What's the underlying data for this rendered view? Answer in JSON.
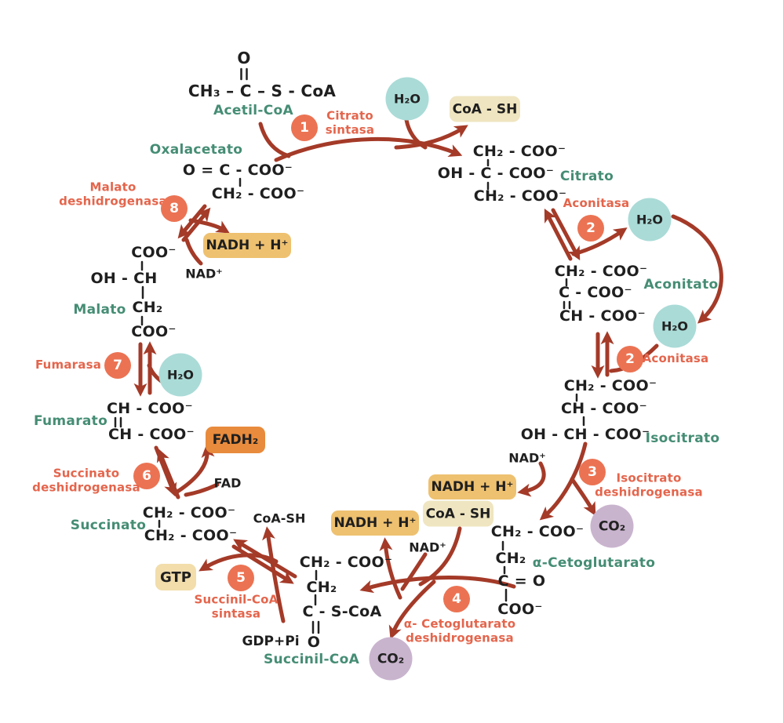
{
  "colors": {
    "background": "#ffffff",
    "arrow": "#A43A28",
    "bond": "#222222",
    "step_circle": "#EB7353",
    "enzyme_text": "#E4654C",
    "metabolite_label": "#458D74",
    "formula_text": "#1f1f1f",
    "water_bubble": "#AADBD7",
    "co2_bubble": "#C9B4CE",
    "nadh_box": "#EEC170",
    "coash_box": "#EFE5C0",
    "gtp_box": "#F2DDAB",
    "fadh2_box": "#E88B3C"
  },
  "molecules": {
    "acetil": {
      "name": "Acetil-CoA",
      "o": "O",
      "chain": "CH₃ – C – S - CoA"
    },
    "oxalacetato": {
      "name": "Oxalacetato",
      "l1": "O = C - COO⁻",
      "l2": "CH₂ - COO⁻"
    },
    "citrato": {
      "name": "Citrato",
      "l1": "CH₂ - COO⁻",
      "l2": "OH - C - COO⁻",
      "l3": "CH₂ - COO⁻"
    },
    "aconitato": {
      "name": "Aconitato",
      "l1": "CH₂ - COO⁻",
      "l2": "C - COO⁻",
      "l3": "CH - COO⁻"
    },
    "isocitrato": {
      "name": "Isocitrato",
      "l1": "CH₂ - COO⁻",
      "l2": "CH - COO⁻",
      "l3": "OH - CH - COO⁻"
    },
    "cetoglutarato": {
      "name": "α-Cetoglutarato",
      "l1": "CH₂ - COO⁻",
      "l2": "CH₂",
      "l3": "C = O",
      "l4": "COO⁻"
    },
    "succinil": {
      "name": "Succinil-CoA",
      "l1": "CH₂ - COO⁻",
      "l2": "CH₂",
      "l3": "C - S-CoA",
      "l4": "O"
    },
    "succinato": {
      "name": "Succinato",
      "l1": "CH₂ - COO⁻",
      "l2": "CH₂ - COO⁻"
    },
    "fumarato": {
      "name": "Fumarato",
      "l1": "CH - COO⁻",
      "l2": "CH - COO⁻"
    },
    "malato": {
      "name": "Malato",
      "l1": "COO⁻",
      "l2": "OH - CH",
      "l3": "CH₂",
      "l4": "COO⁻"
    }
  },
  "enzymes": {
    "e1": {
      "step": "1",
      "l1": "Citrato",
      "l2": "sintasa"
    },
    "e2a": {
      "step": "2",
      "l1": "Aconitasa"
    },
    "e2b": {
      "step": "2",
      "l1": "Aconitasa"
    },
    "e3": {
      "step": "3",
      "l1": "Isocitrato",
      "l2": "deshidrogenasa"
    },
    "e4": {
      "step": "4",
      "l1": "α- Cetoglutarato",
      "l2": "deshidrogenasa"
    },
    "e5": {
      "step": "5",
      "l1": "Succinil-CoA",
      "l2": "sintasa"
    },
    "e6": {
      "step": "6",
      "l1": "Succinato",
      "l2": "deshidrogenasa"
    },
    "e7": {
      "step": "7",
      "l1": "Fumarasa"
    },
    "e8": {
      "step": "8",
      "l1": "Malato",
      "l2": "deshidrogenasa"
    }
  },
  "cofactors": {
    "h2o": "H₂O",
    "co2": "CO₂",
    "coa_sh_boxed": "CoA - SH",
    "coa_sh_plain": "CoA-SH",
    "nadh_h": "NADH + H⁺",
    "nad": "NAD⁺",
    "fadh2": "FADH₂",
    "fad": "FAD",
    "gtp": "GTP",
    "gdp_pi": "GDP+Pi"
  }
}
